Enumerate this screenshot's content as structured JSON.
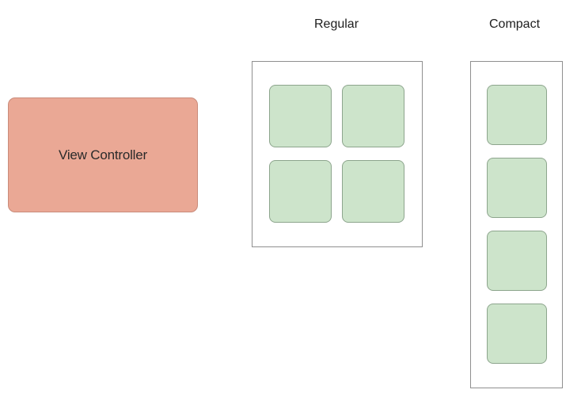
{
  "diagram": {
    "view_controller": {
      "label": "View Controller",
      "color": "#eaa895"
    },
    "regular": {
      "heading": "Regular",
      "tile_count": 4,
      "tile_color": "#cde4cb"
    },
    "compact": {
      "heading": "Compact",
      "tile_count": 4,
      "tile_color": "#cde4cb"
    }
  }
}
